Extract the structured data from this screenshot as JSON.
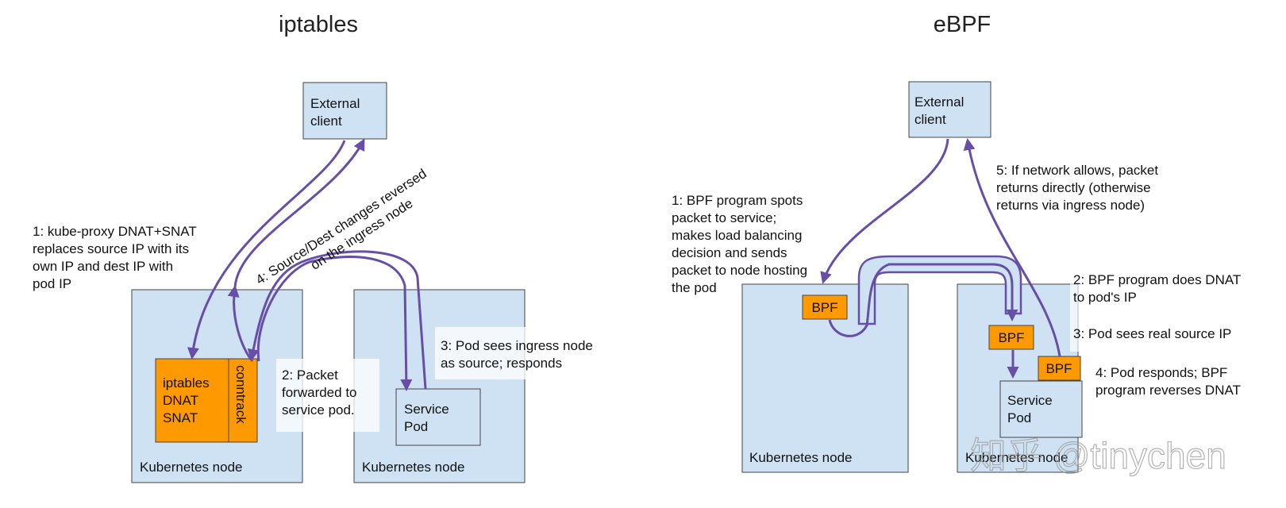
{
  "iptables": {
    "title": "iptables",
    "external_client": [
      "External",
      "client"
    ],
    "node1_label": "Kubernetes node",
    "node2_label": "Kubernetes node",
    "iptables_box": [
      "iptables",
      "DNAT",
      "SNAT"
    ],
    "conntrack": "conntrack",
    "service_pod": [
      "Service",
      "Pod"
    ],
    "note1": [
      "1: kube-proxy DNAT+SNAT",
      "replaces source IP with its",
      "own IP and dest IP with",
      "pod IP"
    ],
    "note2": [
      "2: Packet",
      "forwarded to",
      "service pod."
    ],
    "note3": [
      "3: Pod sees ingress node",
      "as source; responds"
    ],
    "note4": [
      "4: Source/Dest changes reversed",
      "on the ingress node"
    ]
  },
  "ebpf": {
    "title": "eBPF",
    "external_client": [
      "External",
      "client"
    ],
    "node1_label": "Kubernetes node",
    "node2_label": "Kubernetes node",
    "bpf_label": "BPF",
    "service_pod": [
      "Service",
      "Pod"
    ],
    "note1": [
      "1: BPF program spots",
      "packet to service;",
      "makes load balancing",
      "decision and sends",
      "packet to node hosting",
      "the pod"
    ],
    "note2": [
      "2: BPF program does DNAT",
      "to pod's IP"
    ],
    "note3": "3: Pod sees real source IP",
    "note4": [
      "4: Pod responds; BPF",
      "program reverses DNAT"
    ],
    "note5": [
      "5: If network allows, packet",
      "returns directly (otherwise",
      "returns via ingress node)"
    ]
  },
  "watermark": "知乎 @tinychen",
  "colors": {
    "box_fill": "#cfe2f3",
    "orange": "#ff9900",
    "arrow": "#674ea7"
  }
}
